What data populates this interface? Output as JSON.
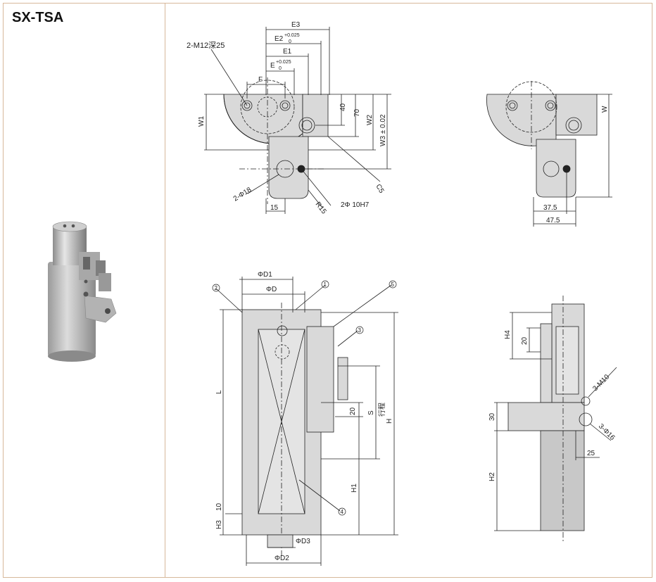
{
  "model": "SX-TSA",
  "labels": {
    "m12": "2-M12深25",
    "e3": "E3",
    "e2": "E2",
    "e2_tol_upper": "+0.025",
    "e2_tol_lower": "0",
    "e1": "E1",
    "e": "E",
    "e_tol_upper": "+0.025",
    "e_tol_lower": "0",
    "f": "F",
    "w1": "W1",
    "d40": "40",
    "d70": "70",
    "w2": "W2",
    "w3": "W3 ± 0.02",
    "c5": "C5",
    "phi18": "2-Φ18",
    "r15": "R15",
    "phi10": "2Φ 10H7",
    "d15": "15",
    "w": "W",
    "d37_5": "37.5",
    "d47_5": "47.5",
    "d1": "ΦD1",
    "d": "ΦD",
    "l": "L",
    "s": "S",
    "stroke": "行程",
    "h": "H",
    "h1": "H1",
    "h3": "H3",
    "d10": "10",
    "d20a": "20",
    "d3": "ΦD3",
    "d2": "ΦD2",
    "c1": "1",
    "c2": "2",
    "c3": "3",
    "c4": "4",
    "c5n": "5",
    "h4": "H4",
    "d20b": "20",
    "m10": "3-M10",
    "d30": "30",
    "phi16": "3-Φ16",
    "d25": "25",
    "h2": "H2"
  },
  "colors": {
    "line": "#222222",
    "fill": "#d9d9d9",
    "fill_dark": "#c8c8c8",
    "border": "#d7b89a"
  }
}
